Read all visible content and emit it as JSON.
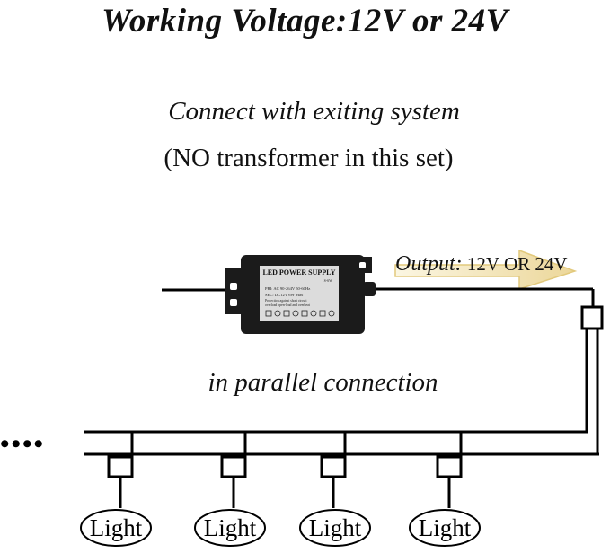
{
  "title": "Working Voltage:12V or 24V",
  "subtitle_line1": "Connect with exiting system",
  "subtitle_line2": "(NO transformer in this set)",
  "output": {
    "label": "Output:",
    "value": "12V OR 24V"
  },
  "parallel_label": "in parallel connection",
  "power_supply": {
    "heading": "LED POWER SUPPLY",
    "model": "S-6W",
    "line1": "PRI: AC 90-264V  50-60Hz",
    "line2": "SEC: DC12V        6W Max",
    "line3": "Protection against short circuit",
    "line4": "overload open-load and overheat"
  },
  "continuation": "••••",
  "lights": [
    "Light",
    "Light",
    "Light",
    "Light"
  ],
  "colors": {
    "line": "#000000",
    "arrow": "#f0e0a8",
    "supply": "#1b1b1b",
    "label_panel": "#dcdcdc"
  }
}
